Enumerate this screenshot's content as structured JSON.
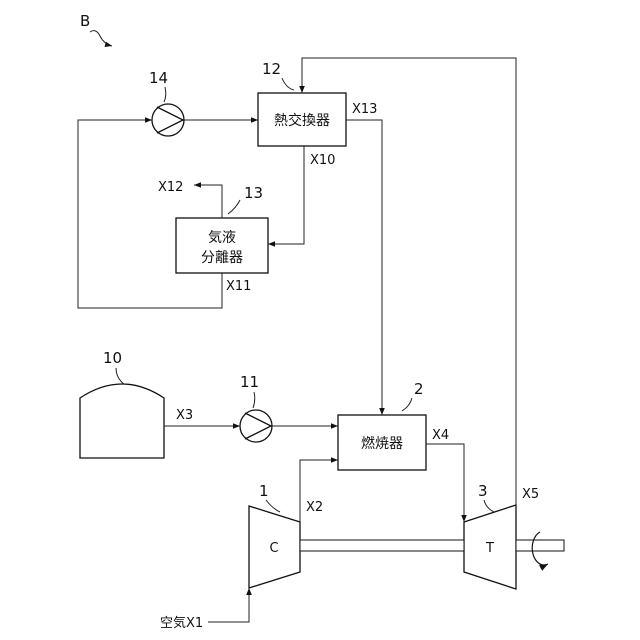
{
  "figure_label": "B",
  "components": {
    "heat_exchanger": {
      "ref": "12",
      "name": "熱交換器"
    },
    "pump_top": {
      "ref": "14"
    },
    "gas_liquid_separator": {
      "ref": "13",
      "name_line1": "気液",
      "name_line2": "分離器"
    },
    "tank": {
      "ref": "10"
    },
    "pump_bottom": {
      "ref": "11"
    },
    "combustor": {
      "ref": "2",
      "name": "燃焼器"
    },
    "compressor": {
      "ref": "1",
      "letter": "C"
    },
    "turbine": {
      "ref": "3",
      "letter": "T"
    }
  },
  "streams": {
    "x1": "空気X1",
    "x2": "X2",
    "x3": "X3",
    "x4": "X4",
    "x5": "X5",
    "x10": "X10",
    "x11": "X11",
    "x12": "X12",
    "x13": "X13"
  }
}
